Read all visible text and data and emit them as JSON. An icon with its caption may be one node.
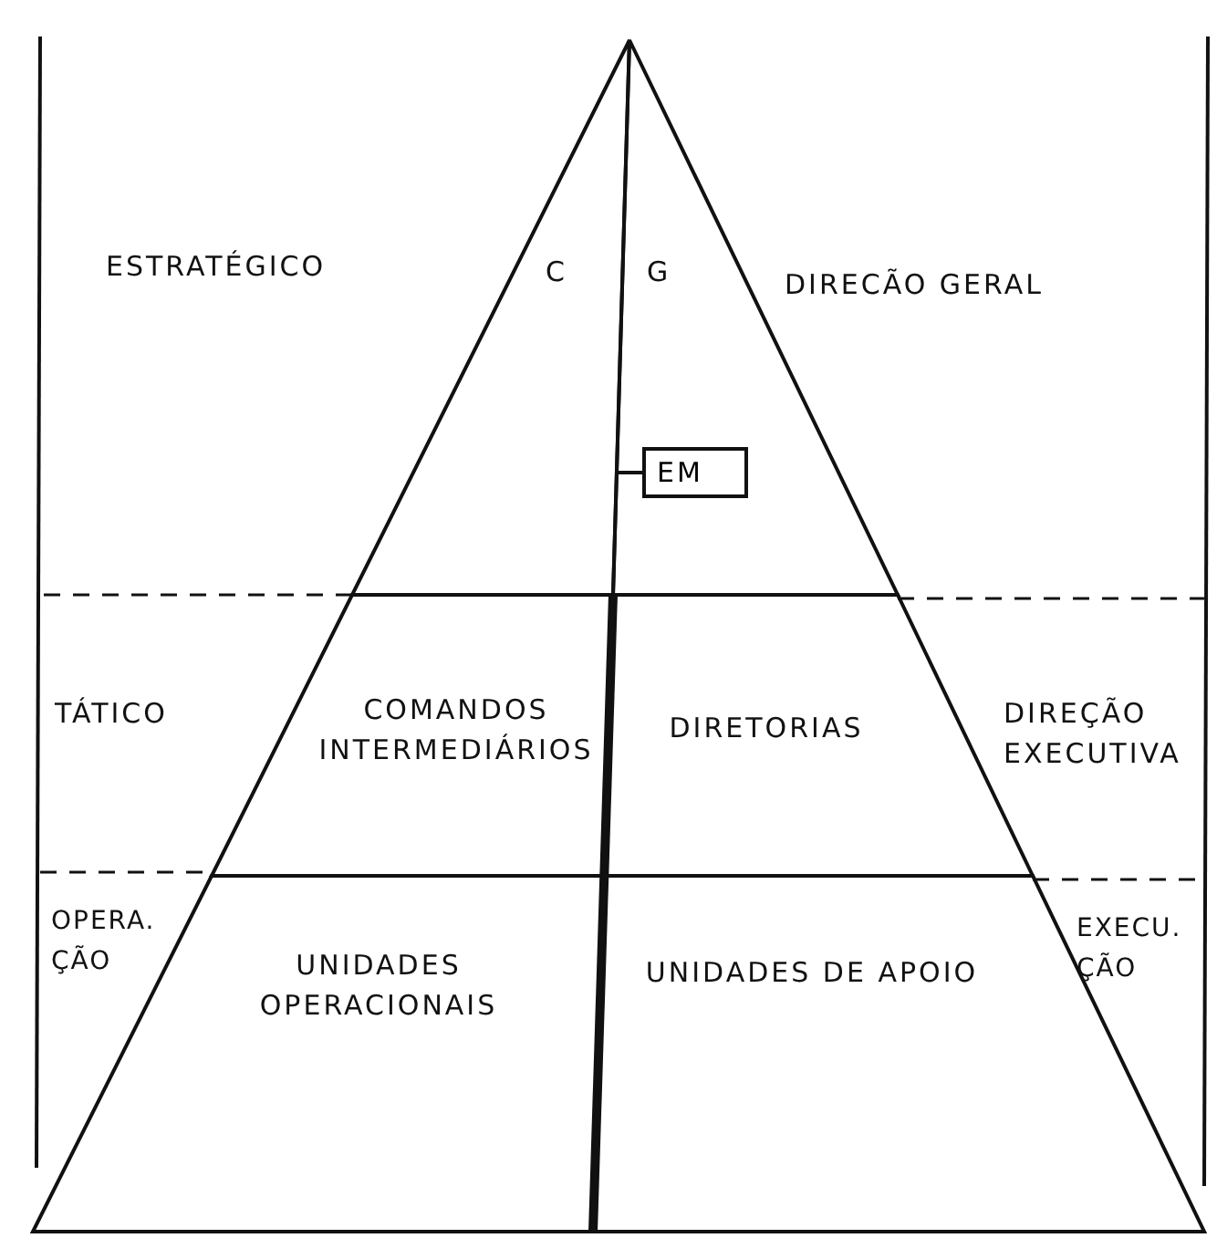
{
  "diagram": {
    "nodes": [
      {
        "text": [
          "C"
        ]
      },
      {
        "text": [
          "G"
        ]
      },
      {
        "text": [
          "COMANDOS INTERMEDIÁRIOS"
        ]
      },
      {
        "text": [
          "DIRETORIAS"
        ]
      },
      {
        "text": [
          "UNIDADES OPERACIONAIS"
        ]
      },
      {
        "text": [
          "UNIDADES DE APOIO"
        ]
      },
      {
        "text": [
          "EM"
        ],
        "in": 1
      }
    ],
    "edges": [
      {
        "from": 0,
        "to": 6,
        "arrow": "none"
      }
    ],
    "labels": [
      "ESTRATÉGICO",
      "DIRECÃO GERAL",
      "TÁTICO",
      "DIREÇÃO EXECUTIVA",
      "OPERA. ÇÃO",
      "EXECU. ÇÃO"
    ]
  }
}
